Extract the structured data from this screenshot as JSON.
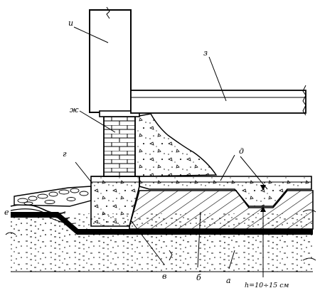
{
  "labels": {
    "i": "и",
    "z": "з",
    "zh": "ж",
    "g": "г",
    "d": "д",
    "e": "е",
    "v": "в",
    "b": "б",
    "a": "а",
    "h": "h=10÷15 см"
  }
}
